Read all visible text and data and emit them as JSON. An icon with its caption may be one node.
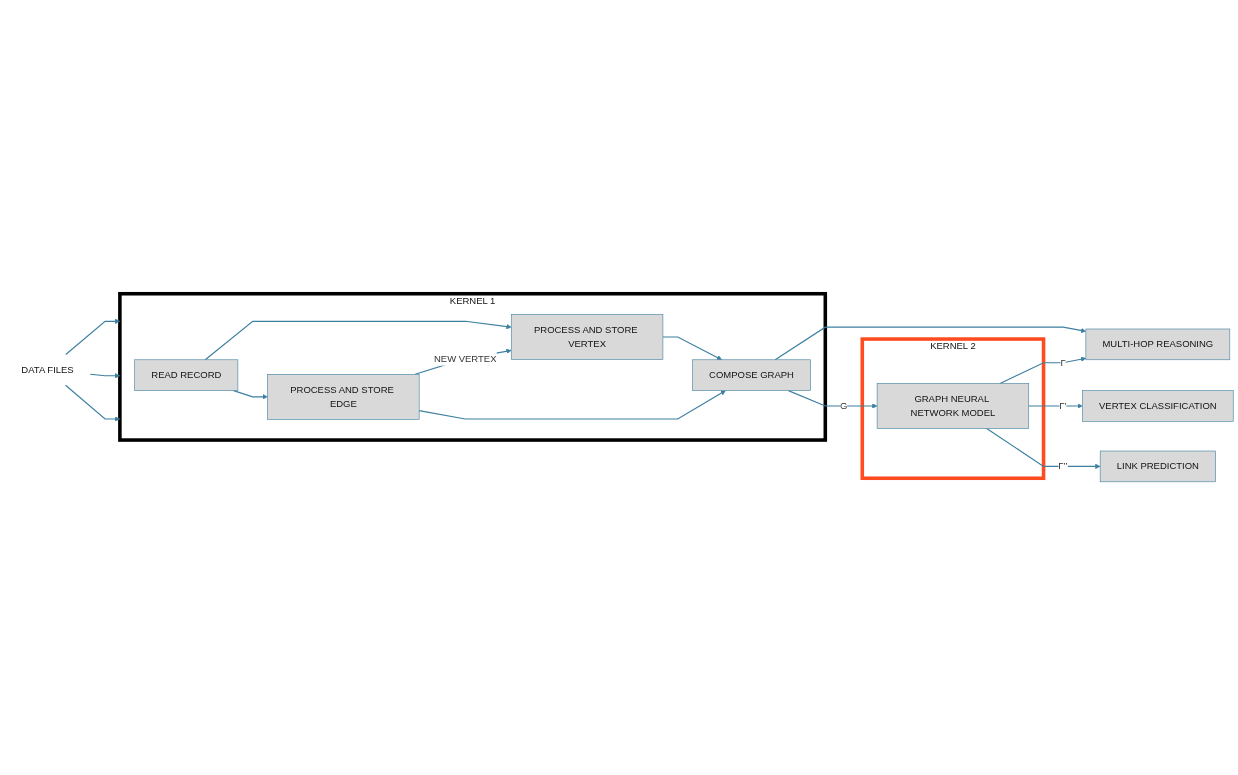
{
  "diagram": {
    "nodes": [
      {
        "text": [
          "DATA FILES"
        ]
      },
      {
        "text": [
          "KERNEL 1"
        ]
      },
      {
        "text": [
          "READ RECORD"
        ],
        "in": 1
      },
      {
        "text": [
          "PROCESS AND STORE VERTEX"
        ],
        "in": 1
      },
      {
        "text": [
          "PROCESS AND STORE EDGE"
        ],
        "in": 1
      },
      {
        "text": [
          "COMPOSE GRAPH"
        ],
        "in": 1
      },
      {
        "text": [
          "KERNEL 2"
        ]
      },
      {
        "text": [
          "GRAPH NEURAL NETWORK MODEL"
        ],
        "in": 6
      },
      {
        "text": [
          "MULTI-HOP REASONING"
        ]
      },
      {
        "text": [
          "VERTEX CLASSIFICATION"
        ]
      },
      {
        "text": [
          "LINK PREDICTION"
        ]
      }
    ],
    "edges": [
      {
        "from": 0,
        "to": 1,
        "arrow": "to"
      },
      {
        "from": 0,
        "to": 1,
        "arrow": "to"
      },
      {
        "from": 0,
        "to": 1,
        "arrow": "to"
      },
      {
        "from": 2,
        "to": 3,
        "arrow": "to"
      },
      {
        "from": 2,
        "to": 4,
        "arrow": "to"
      },
      {
        "from": 4,
        "to": 3,
        "arrow": "to",
        "label": "NEW VERTEX"
      },
      {
        "from": 3,
        "to": 5,
        "arrow": "to"
      },
      {
        "from": 4,
        "to": 5,
        "arrow": "to"
      },
      {
        "from": 5,
        "to": 7,
        "arrow": "to",
        "label": "G"
      },
      {
        "from": 5,
        "to": 8,
        "arrow": "to"
      },
      {
        "from": 7,
        "to": 8,
        "arrow": "to",
        "label": "Γ"
      },
      {
        "from": 7,
        "to": 9,
        "arrow": "to",
        "label": "Γ’"
      },
      {
        "from": 7,
        "to": 10,
        "arrow": "to",
        "label": "Γ’’"
      }
    ]
  }
}
